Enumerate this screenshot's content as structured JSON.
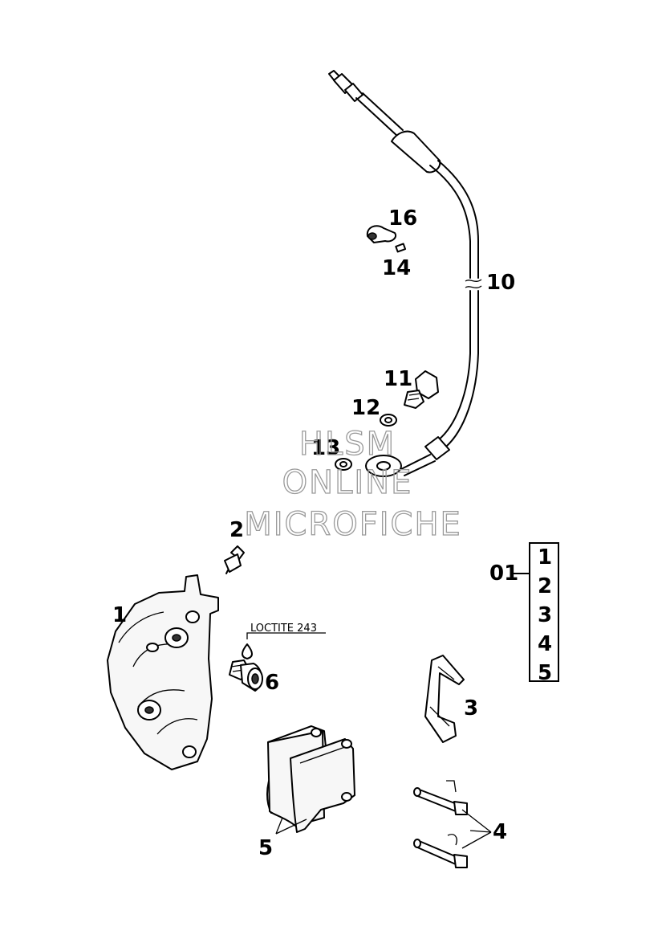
{
  "callouts": {
    "c1": "1",
    "c2": "2",
    "c3": "3",
    "c4": "4",
    "c5": "5",
    "c6": "6",
    "c10": "10",
    "c11": "11",
    "c12": "12",
    "c13": "13",
    "c14": "14",
    "c16": "16"
  },
  "note": "LOCTITE 243",
  "kit": {
    "label": "01",
    "items": [
      "1",
      "2",
      "3",
      "4",
      "5"
    ]
  },
  "watermark": {
    "line1": "HLSM",
    "line2": "ONLINE",
    "line3": "MICROFICHE"
  }
}
